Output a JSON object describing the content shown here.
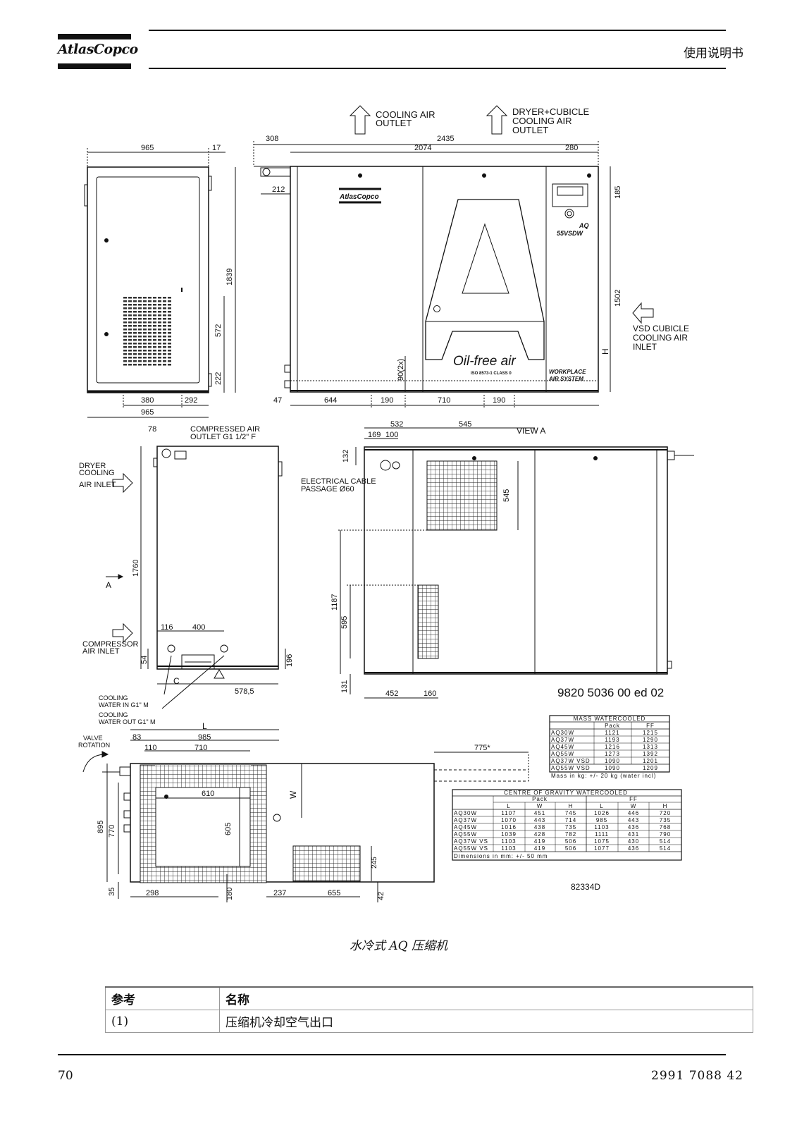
{
  "header": {
    "brand": "AtlasCopco",
    "doc_title": "使用说明书"
  },
  "drawing": {
    "top": {
      "cooling_air_outlet": [
        "COOLING AIR",
        "OUTLET"
      ],
      "dryer_cubicle": [
        "DRYER+CUBICLE",
        "COOLING AIR",
        "OUTLET"
      ],
      "dims": [
        "965",
        "17",
        "308",
        "2435",
        "2074",
        "280",
        "212",
        "185",
        "1839",
        "572",
        "222",
        "1502",
        "H",
        "90(2x)",
        "380",
        "292",
        "965",
        "47",
        "644",
        "190",
        "710",
        "190"
      ],
      "vsd_inlet": [
        "VSD CUBICLE",
        "COOLING AIR",
        "INLET"
      ],
      "panel_brand": "AtlasCopco",
      "panel_model": [
        "AQ",
        "55VSDW"
      ],
      "oil_free": "Oil-free air",
      "oil_free_sub": "ISO 8573-1 CLASS 0",
      "workplace": [
        "WORKPLACE",
        "AIR SYSTEM"
      ]
    },
    "middle": {
      "compressed_air": [
        "COMPRESSED AIR",
        "OUTLET G1 1/2\" F"
      ],
      "dryer_inlet": [
        "DRYER",
        "COOLING",
        "AIR INLET"
      ],
      "cable": [
        "ELECTRICAL CABLE",
        "PASSAGE Ø60"
      ],
      "compressor_inlet": [
        "COMPRESSOR",
        "AIR INLET"
      ],
      "cooling_in": [
        "COOLING",
        "WATER IN G1\" M"
      ],
      "cooling_out": [
        "COOLING",
        "WATER OUT G1\" M"
      ],
      "dims": [
        "78",
        "1760",
        "116",
        "400",
        "54",
        "196",
        "578,5",
        "532",
        "545",
        "169",
        "100",
        "132",
        "545",
        "1187",
        "595",
        "131",
        "452",
        "160"
      ],
      "view_a": "VIEW A",
      "letter_a": "A",
      "letter_c": "C",
      "part_no": "9820 5036 00 ed 02"
    },
    "bottom": {
      "valve": [
        "VALVE",
        "ROTATION"
      ],
      "dims": [
        "L",
        "83",
        "985",
        "110",
        "710",
        "775*",
        "610",
        "605",
        "W",
        "895",
        "770",
        "35",
        "298",
        "180",
        "237",
        "655",
        "42",
        "245"
      ],
      "drawing_no": "82334D"
    },
    "mass_table": {
      "title": "MASS WATERCOOLED",
      "headers": [
        "",
        "Pack",
        "FF"
      ],
      "rows": [
        [
          "AQ30W",
          "1121",
          "1215"
        ],
        [
          "AQ37W",
          "1193",
          "1290"
        ],
        [
          "AQ45W",
          "1216",
          "1313"
        ],
        [
          "AQ55W",
          "1273",
          "1392"
        ],
        [
          "AQ37W VSD",
          "1090",
          "1201"
        ],
        [
          "AQ55W VSD",
          "1090",
          "1209"
        ]
      ],
      "note": "Mass in kg: +/- 20 kg (water incl)"
    },
    "cog_table": {
      "title": "CENTRE OF GRAVITY WATERCOOLED",
      "groups": [
        "",
        "Pack",
        "FF"
      ],
      "headers": [
        "",
        "L",
        "W",
        "H",
        "L",
        "W",
        "H"
      ],
      "rows": [
        [
          "AQ30W",
          "1107",
          "451",
          "745",
          "1026",
          "446",
          "720"
        ],
        [
          "AQ37W",
          "1070",
          "443",
          "714",
          "985",
          "443",
          "735"
        ],
        [
          "AQ45W",
          "1016",
          "438",
          "735",
          "1103",
          "436",
          "768"
        ],
        [
          "AQ55W",
          "1039",
          "428",
          "782",
          "1111",
          "431",
          "790"
        ],
        [
          "AQ37W VS",
          "1103",
          "419",
          "506",
          "1075",
          "430",
          "514"
        ],
        [
          "AQ55W VS",
          "1103",
          "419",
          "506",
          "1077",
          "436",
          "514"
        ]
      ],
      "note": "Dimensions in mm: +/- 50 mm"
    }
  },
  "caption": "水冷式 AQ 压缩机",
  "ref_table": {
    "headers": [
      "参考",
      "名称"
    ],
    "rows": [
      [
        "(1)",
        "压缩机冷却空气出口"
      ]
    ]
  },
  "footer": {
    "page": "70",
    "doc_no": "2991 7088 42"
  }
}
